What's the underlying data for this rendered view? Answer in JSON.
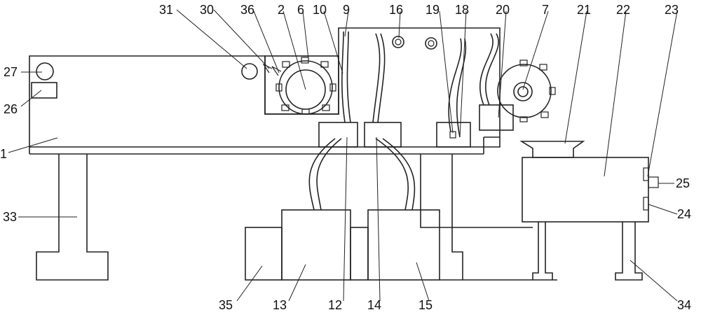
{
  "diagram": {
    "labels": {
      "l1": "1",
      "l2": "2",
      "l6": "6",
      "l7": "7",
      "l9": "9",
      "l10": "10",
      "l12": "12",
      "l13": "13",
      "l14": "14",
      "l15": "15",
      "l16": "16",
      "l18": "18",
      "l19": "19",
      "l20": "20",
      "l21": "21",
      "l22": "22",
      "l23": "23",
      "l24": "24",
      "l25": "25",
      "l26": "26",
      "l27": "27",
      "l30": "30",
      "l31": "31",
      "l33": "33",
      "l34": "34",
      "l35": "35",
      "l36": "36"
    }
  }
}
